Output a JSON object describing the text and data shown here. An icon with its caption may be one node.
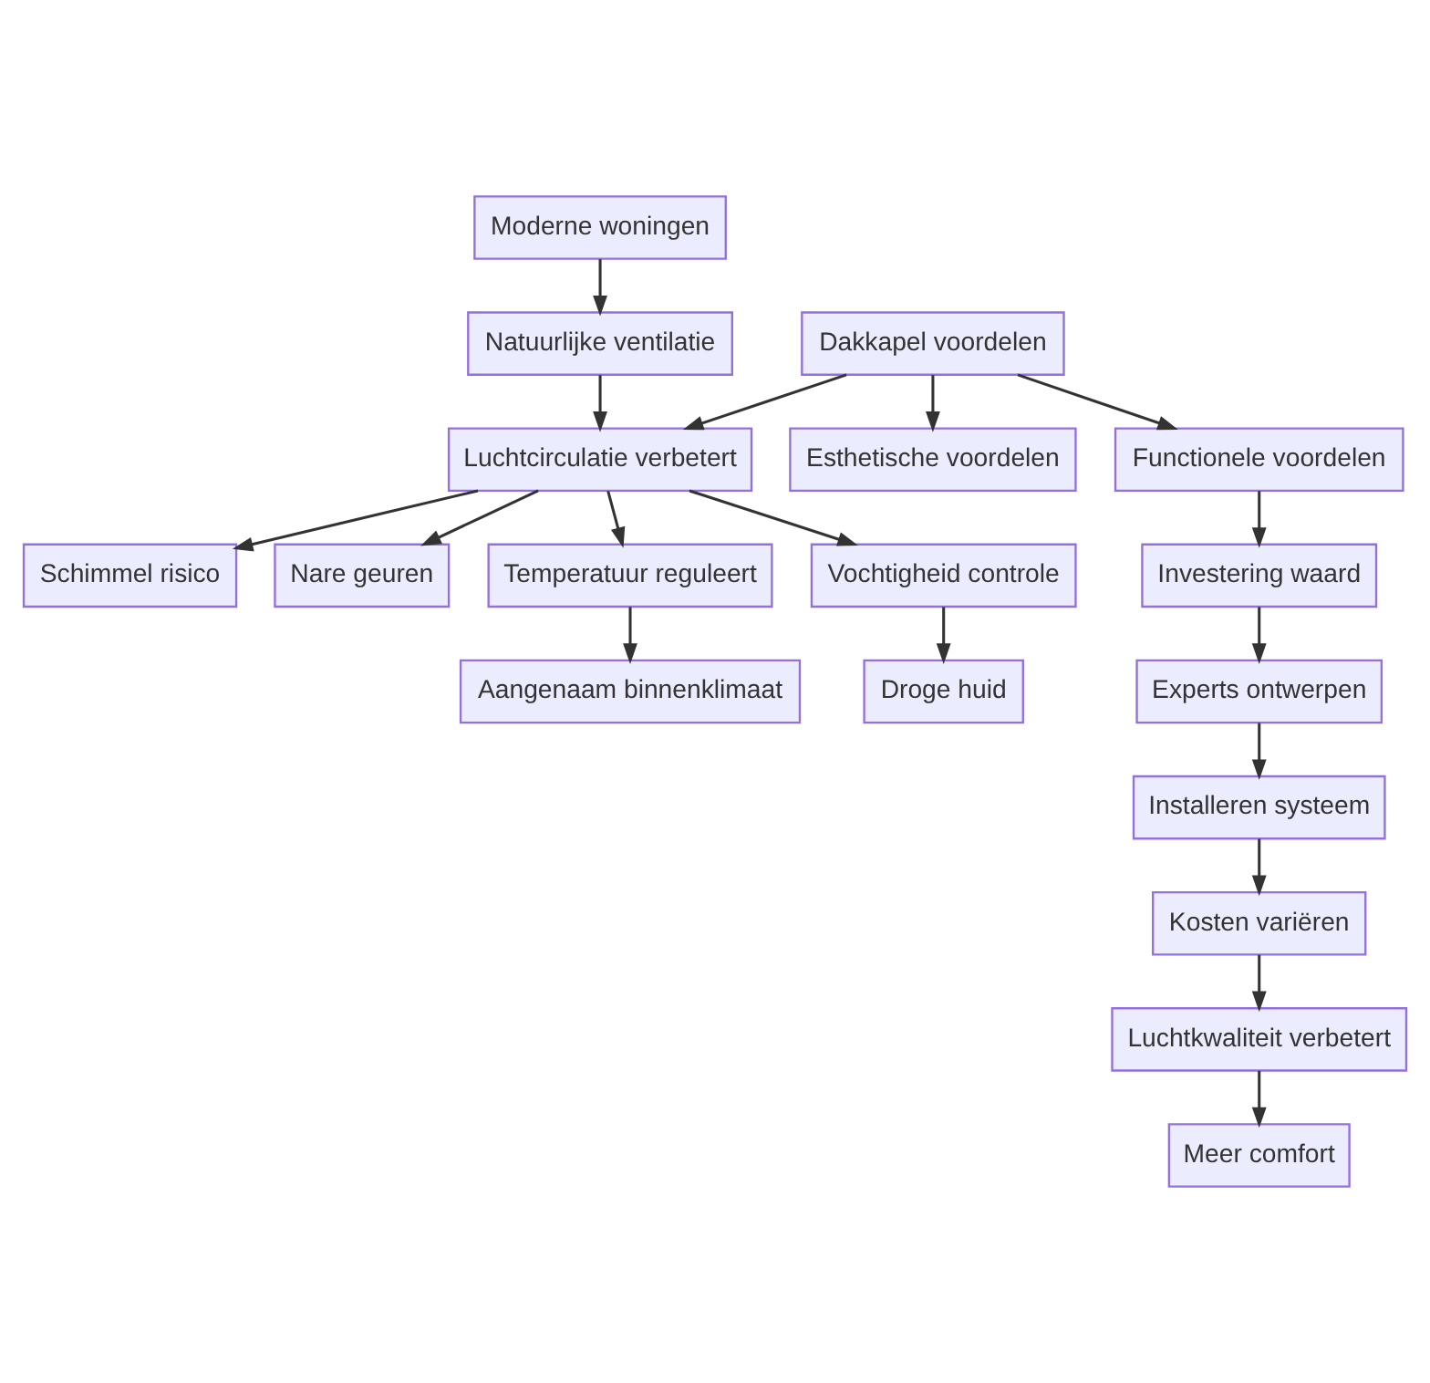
{
  "diagram": {
    "nodes": [
      {
        "text": [
          "Moderne woningen"
        ]
      },
      {
        "text": [
          "Natuurlijke ventilatie"
        ]
      },
      {
        "text": [
          "Dakkapel voordelen"
        ]
      },
      {
        "text": [
          "Luchtcirculatie verbetert"
        ]
      },
      {
        "text": [
          "Esthetische voordelen"
        ]
      },
      {
        "text": [
          "Functionele voordelen"
        ]
      },
      {
        "text": [
          "Schimmel risico"
        ]
      },
      {
        "text": [
          "Nare geuren"
        ]
      },
      {
        "text": [
          "Temperatuur reguleert"
        ]
      },
      {
        "text": [
          "Vochtigheid controle"
        ]
      },
      {
        "text": [
          "Investering waard"
        ]
      },
      {
        "text": [
          "Aangenaam binnenklimaat"
        ]
      },
      {
        "text": [
          "Droge huid"
        ]
      },
      {
        "text": [
          "Experts ontwerpen"
        ]
      },
      {
        "text": [
          "Installeren systeem"
        ]
      },
      {
        "text": [
          "Kosten variëren"
        ]
      },
      {
        "text": [
          "Luchtkwaliteit verbetert"
        ]
      },
      {
        "text": [
          "Meer comfort"
        ]
      }
    ],
    "edges": [
      {
        "from": 0,
        "to": 1,
        "arrow": "to"
      },
      {
        "from": 1,
        "to": 3,
        "arrow": "to"
      },
      {
        "from": 2,
        "to": 3,
        "arrow": "to"
      },
      {
        "from": 2,
        "to": 4,
        "arrow": "to"
      },
      {
        "from": 2,
        "to": 5,
        "arrow": "to"
      },
      {
        "from": 3,
        "to": 6,
        "arrow": "to"
      },
      {
        "from": 3,
        "to": 7,
        "arrow": "to"
      },
      {
        "from": 3,
        "to": 8,
        "arrow": "to"
      },
      {
        "from": 3,
        "to": 9,
        "arrow": "to"
      },
      {
        "from": 5,
        "to": 10,
        "arrow": "to"
      },
      {
        "from": 8,
        "to": 11,
        "arrow": "to"
      },
      {
        "from": 9,
        "to": 12,
        "arrow": "to"
      },
      {
        "from": 10,
        "to": 13,
        "arrow": "to"
      },
      {
        "from": 13,
        "to": 14,
        "arrow": "to"
      },
      {
        "from": 14,
        "to": 15,
        "arrow": "to"
      },
      {
        "from": 15,
        "to": 16,
        "arrow": "to"
      },
      {
        "from": 16,
        "to": 17,
        "arrow": "to"
      }
    ]
  }
}
